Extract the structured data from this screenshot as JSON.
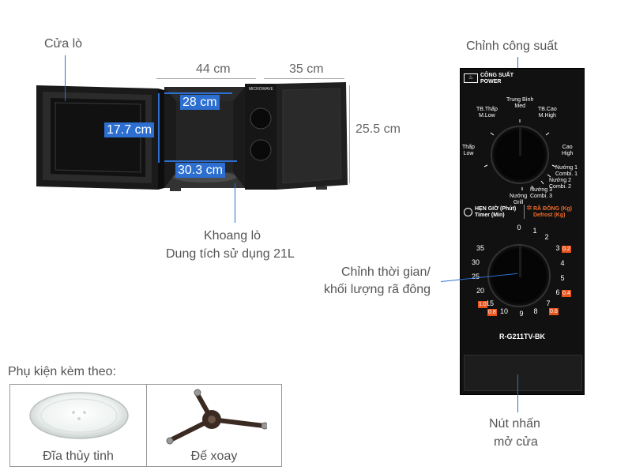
{
  "microwave": {
    "door_label": "Cửa lò",
    "width": "44 cm",
    "depth": "35 cm",
    "height": "25.5 cm",
    "cavity_width": "28 cm",
    "cavity_height": "17.7 cm",
    "cavity_depth": "30.3 cm",
    "cavity_label_line1": "Khoang lò",
    "cavity_label_line2": "Dung tích sử dụng 21L",
    "brand_tag": "MICROWAVE"
  },
  "panel": {
    "power_callout": "Chỉnh công suất",
    "power_title_vn": "CÔNG SUẤT",
    "power_title_en": "POWER",
    "power_levels": [
      {
        "vn": "Thấp",
        "en": "Low"
      },
      {
        "vn": "TB.Thấp",
        "en": "M.Low"
      },
      {
        "vn": "Trung Bình",
        "en": "Med"
      },
      {
        "vn": "TB.Cao",
        "en": "M.High"
      },
      {
        "vn": "Cao",
        "en": "High"
      },
      {
        "vn": "Nướng 1",
        "en": "Combi. 1"
      },
      {
        "vn": "Nướng 2",
        "en": "Combi. 2"
      },
      {
        "vn": "Nướng 3",
        "en": "Combi. 3"
      },
      {
        "vn": "Nướng",
        "en": "Grill"
      }
    ],
    "timer_vn": "HẸN GIỜ (Phút)",
    "timer_en": "Timer (Min)",
    "defrost_vn": "RÃ ĐÔNG (Kg)",
    "defrost_en": "Defrost (Kg)",
    "timer_callout_line1": "Chỉnh thời gian/",
    "timer_callout_line2": "khối lượng rã đông",
    "timer_marks": [
      "0",
      "1",
      "2",
      "3",
      "4",
      "5",
      "6",
      "7",
      "8",
      "9",
      "10",
      "15",
      "20",
      "25",
      "30",
      "35"
    ],
    "defrost_marks": [
      "0.2",
      "0.4",
      "0.6",
      "0.8",
      "1.0"
    ],
    "model": "R-G211TV-BK",
    "door_button_line1": "Nút nhấn",
    "door_button_line2": "mở cửa"
  },
  "accessories": {
    "title": "Phụ kiện kèm theo:",
    "items": [
      {
        "label": "Đĩa thủy tinh"
      },
      {
        "label": "Đế xoay"
      }
    ]
  },
  "colors": {
    "accent_blue": "#2c6fd1",
    "panel_black": "#111111",
    "defrost_orange": "#e7541e"
  }
}
